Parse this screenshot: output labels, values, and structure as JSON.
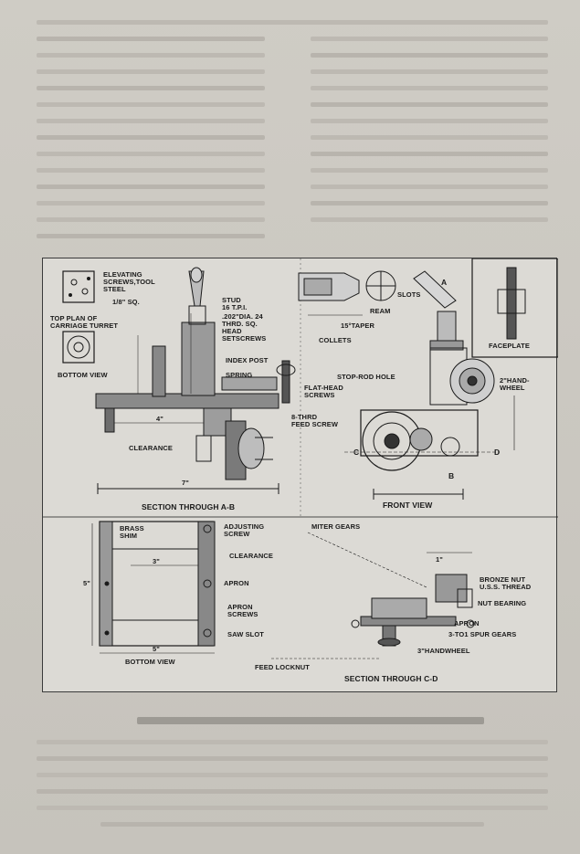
{
  "figure": {
    "labels": {
      "top_plan": "TOP PLAN OF\nCARRIAGE TURRET",
      "elevating": "ELEVATING\nSCREWS,TOOL\nSTEEL",
      "sq": "1/8\" SQ.",
      "bottom_view_small": "BOTTOM VIEW",
      "stud": "STUD\n16 T.P.I.",
      "setscrews": ".202\"DIA. 24\nTHRD. SQ.\nHEAD\nSETSCREWS",
      "index_post": "INDEX POST",
      "spring": "SPRING",
      "flat_head": "FLAT-HEAD\nSCREWS",
      "thrd_feed": "8-THRD\nFEED SCREW",
      "clearance_left": "CLEARANCE",
      "section_ab": "SECTION THROUGH A-B",
      "collets": "COLLETS",
      "slots": "SLOTS",
      "ream": "REAM",
      "taper": "15°TAPER",
      "faceplate": "FACEPLATE",
      "stop_rod": "STOP-ROD HOLE",
      "handwheel_2": "2\"HAND-\nWHEEL",
      "front_view": "FRONT VIEW",
      "brass_shim": "BRASS\nSHIM",
      "adjusting": "ADJUSTING\nSCREW",
      "clearance_mid": "CLEARANCE",
      "apron_1": "APRON",
      "apron_screws": "APRON\nSCREWS",
      "saw_slot": "SAW SLOT",
      "bottom_view": "BOTTOM VIEW",
      "miter_gears": "MITER GEARS",
      "bronze_nut": "BRONZE NUT\nU.S.S. THREAD",
      "nut_bearing": "NUT BEARING",
      "apron_2": "APRON",
      "spur_gears": "3-TO1 SPUR GEARS",
      "handwheel_3": "3\"HANDWHEEL",
      "feed_locknut": "FEED LOCKNUT",
      "section_cd": "SECTION THROUGH C-D",
      "letter_a": "A",
      "letter_b": "B",
      "letter_c": "C",
      "letter_d": "D",
      "dim_7": "7\"",
      "dim_4": "4\"",
      "dim_3": "3\"",
      "dim_5": "5\"",
      "dim_5b": "5\"",
      "dim_1": "1\""
    }
  }
}
